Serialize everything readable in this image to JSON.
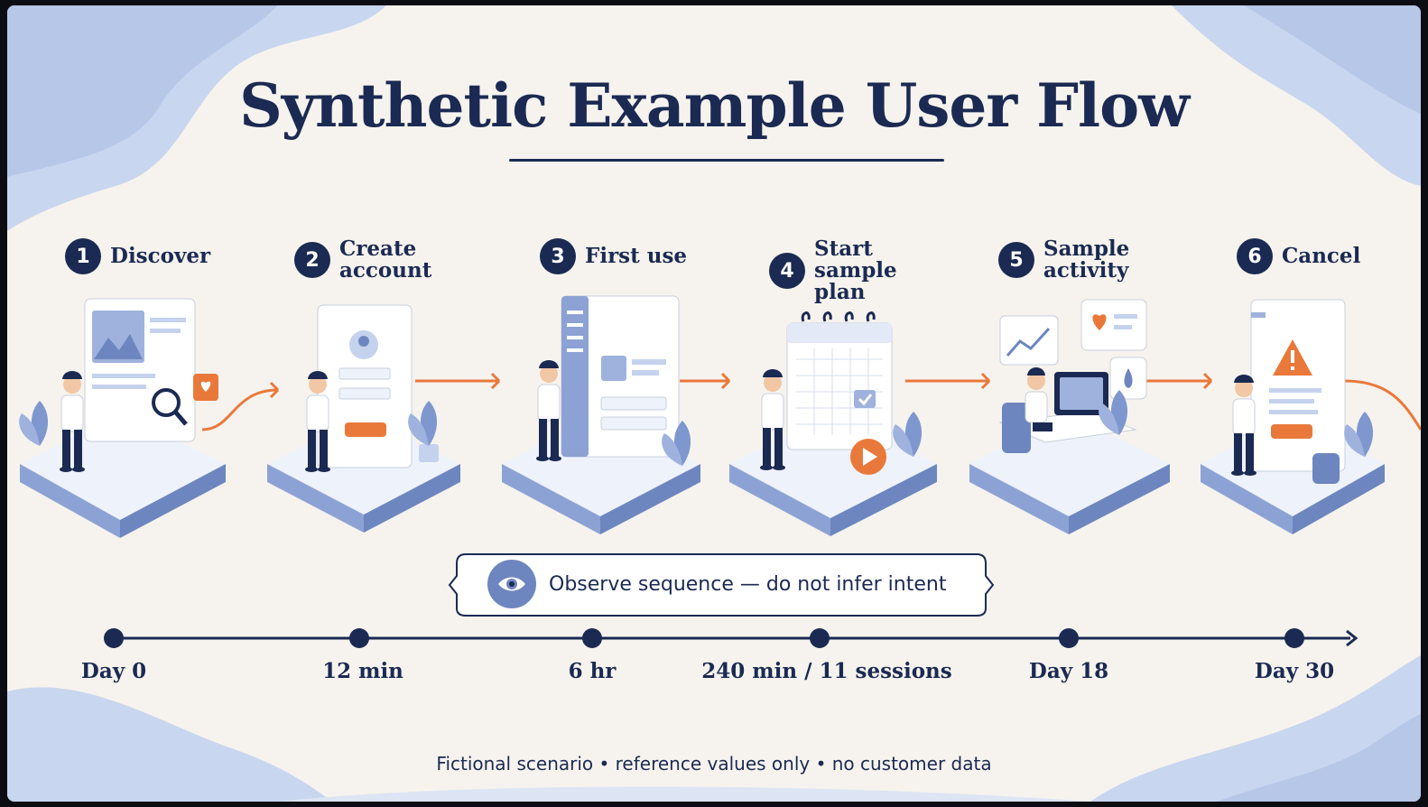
{
  "title": "Synthetic Example User Flow",
  "steps": [
    {
      "number": "1",
      "label": "Discover",
      "scene_icon": "discover-screen-magnifier-icon"
    },
    {
      "number": "2",
      "label": "Create account",
      "scene_icon": "signup-form-icon"
    },
    {
      "number": "3",
      "label": "First use",
      "scene_icon": "app-dashboard-icon"
    },
    {
      "number": "4",
      "label": "Start sample plan",
      "scene_icon": "calendar-play-icon"
    },
    {
      "number": "5",
      "label": "Sample activity",
      "scene_icon": "laptop-desk-activity-icon"
    },
    {
      "number": "6",
      "label": "Cancel",
      "scene_icon": "warning-cancel-icon"
    }
  ],
  "callout": {
    "text": "Observe sequence — do not infer intent",
    "icon": "eye-icon"
  },
  "timeline": [
    "Day 0",
    "12 min",
    "6 hr",
    "240 min / 11 sessions",
    "Day 18",
    "Day 30"
  ],
  "footer": "Fictional scenario • reference values only • no customer data",
  "colors": {
    "navy": "#1b2a52",
    "accent_orange": "#e9793b",
    "soft_blue": "#c4d2ee",
    "background": "#f6f3ee"
  }
}
